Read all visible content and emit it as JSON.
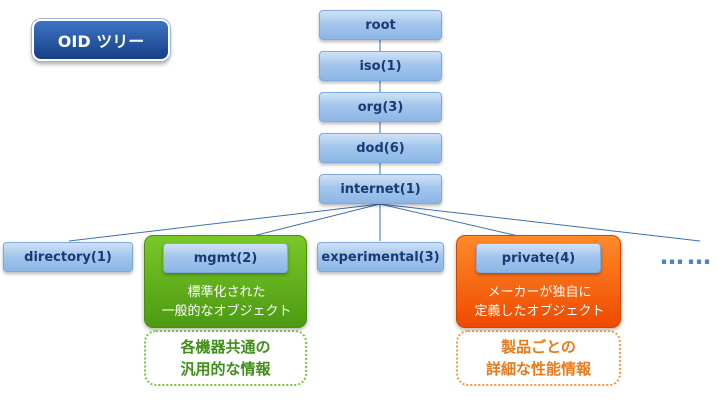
{
  "title": "OID ツリー",
  "chain": [
    "root",
    "iso(1)",
    "org(3)",
    "dod(6)",
    "internet(1)"
  ],
  "children": {
    "directory": "directory(1)",
    "mgmt": "mgmt(2)",
    "experimental": "experimental(3)",
    "private": "private(4)",
    "more": "……"
  },
  "mgmt_desc": [
    "標準化された",
    "一般的なオブジェクト"
  ],
  "mgmt_note": [
    "各機器共通の",
    "汎用的な情報"
  ],
  "private_desc": [
    "メーカーが独自に",
    "定義したオブジェクト"
  ],
  "private_note": [
    "製品ごとの",
    "詳細な性能情報"
  ],
  "colors": {
    "node_blue": "#a3c6ec",
    "title_blue": "#24539e",
    "green": "#5aaa1c",
    "orange": "#f75d0c",
    "line": "#3b6fb6"
  }
}
